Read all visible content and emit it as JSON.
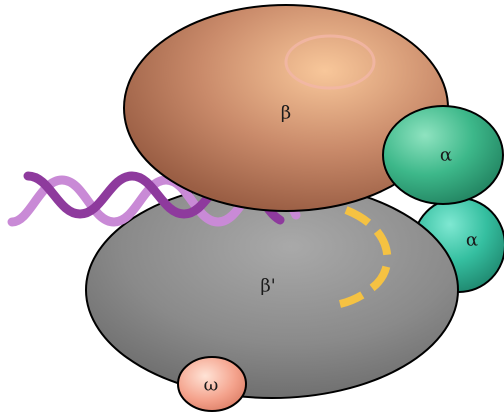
{
  "labels": {
    "beta": "β",
    "beta_prime": "β'",
    "alpha_1": "α",
    "alpha_2": "α",
    "omega": "ω"
  },
  "colors": {
    "beta_subunit": "#c98a6a",
    "beta_prime_subunit": "#8a8a8a",
    "alpha_subunit": "#3db88a",
    "omega_subunit": "#f4a28c",
    "dna_strand_dark": "#8e3a9d",
    "dna_strand_light": "#c98ad6",
    "rna_dashes": "#f5c242"
  }
}
